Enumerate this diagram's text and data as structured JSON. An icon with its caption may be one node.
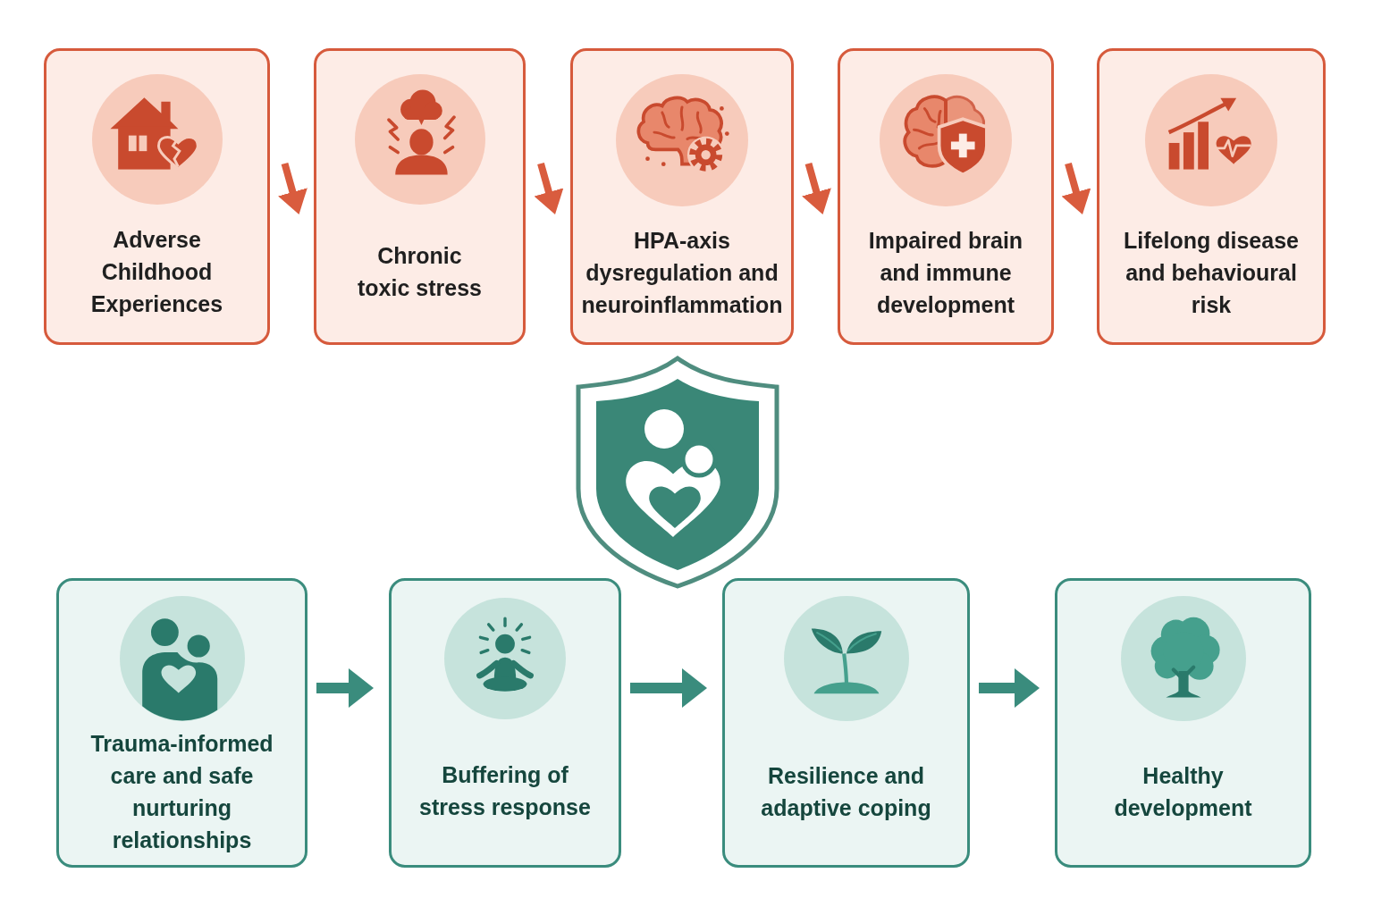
{
  "diagram": {
    "nodes": [
      {
        "text": [
          "Adverse Childhood Experiences"
        ]
      },
      {
        "text": [
          "Chronic toxic stress"
        ]
      },
      {
        "text": [
          "HPA-axis dysregulation and neuroinflammation"
        ]
      },
      {
        "text": [
          "Impaired brain and immune development"
        ]
      },
      {
        "text": [
          "Lifelong disease and behavioural risk"
        ]
      },
      {
        "text": [
          "Trauma-informed care and safe nurturing relationships"
        ]
      },
      {
        "text": [
          "Buffering of stress response"
        ]
      },
      {
        "text": [
          "Resilience and adaptive coping"
        ]
      },
      {
        "text": [
          "Healthy development"
        ]
      }
    ],
    "edges": [
      {
        "from": 0,
        "to": 1,
        "arrow": "to"
      },
      {
        "from": 1,
        "to": 2,
        "arrow": "to"
      },
      {
        "from": 2,
        "to": 3,
        "arrow": "to"
      },
      {
        "from": 3,
        "to": 4,
        "arrow": "to"
      },
      {
        "from": 5,
        "to": 6,
        "arrow": "to",
        "color": "#3a8c7d"
      },
      {
        "from": 6,
        "to": 7,
        "arrow": "to",
        "color": "#3a8c7d"
      },
      {
        "from": 7,
        "to": 8,
        "arrow": "to",
        "color": "#3a8c7d"
      }
    ]
  }
}
